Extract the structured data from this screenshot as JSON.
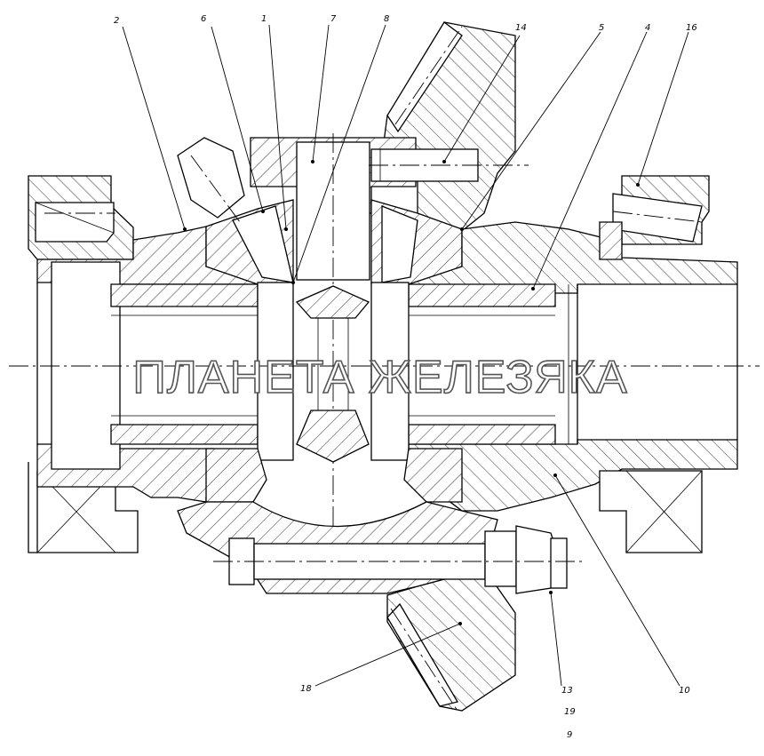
{
  "watermark": "ПЛАНЕТА ЖЕЛЕЗЯКА",
  "callouts": {
    "c2": "2",
    "c6": "6",
    "c1": "1",
    "c7": "7",
    "c8": "8",
    "c14": "14",
    "c5": "5",
    "c4": "4",
    "c16": "16",
    "c18": "18",
    "c13": "13",
    "c19": "19",
    "c9": "9",
    "c10": "10"
  }
}
